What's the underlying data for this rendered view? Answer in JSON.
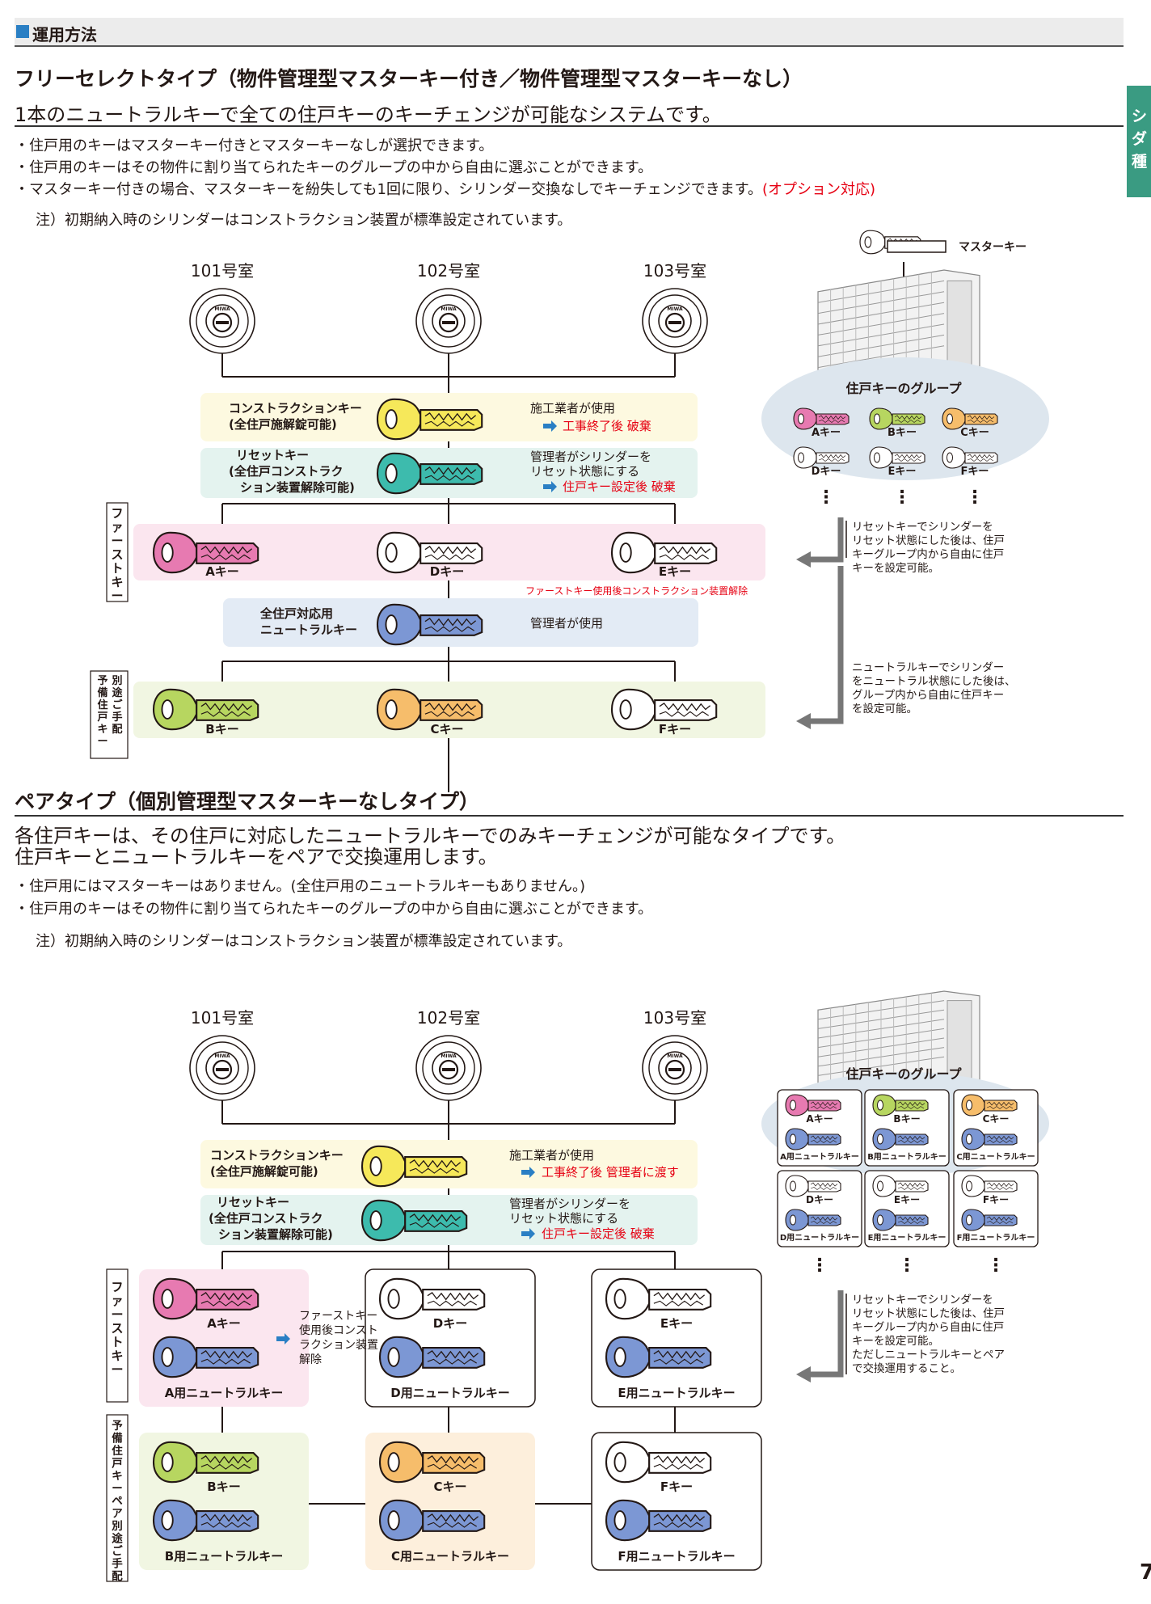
{
  "header": {
    "label": "運用方法"
  },
  "side_tab": {
    "chars": [
      "シ",
      "ダ",
      "種"
    ]
  },
  "page_number": "7",
  "section1": {
    "title": "フリーセレクトタイプ（物件管理型マスターキー付き／物件管理型マスターキーなし）",
    "lead": "1本のニュートラルキーで全ての住戸キーのキーチェンジが可能なシステムです。",
    "bullets": [
      "・住戸用のキーはマスターキー付きとマスターキーなしが選択できます。",
      "・住戸用のキーはその物件に割り当てられたキーのグループの中から自由に選ぶことができます。",
      "・マスターキー付きの場合、マスターキーを紛失しても1回に限り、シリンダー交換なしでキーチェンジできます。"
    ],
    "bullet_option": "(オプション対応)",
    "note": "注）初期納入時のシリンダーはコンストラクション装置が標準設定されています。",
    "rooms": [
      "101号室",
      "102号室",
      "103号室"
    ],
    "cylinder_brand": "MIWA",
    "construction_key": {
      "label1": "コンストラクションキー",
      "label2": "(全住戸施解錠可能)",
      "desc1": "施工業者が使用",
      "desc2": "工事終了後 破棄"
    },
    "reset_key": {
      "label1": "リセットキー",
      "label2": "(全住戸コンストラク",
      "label3": "ション装置解除可能)",
      "desc1": "管理者がシリンダーを",
      "desc2": "リセット状態にする",
      "desc3": "住戸キー設定後 破棄"
    },
    "first_key_side": "ファーストキー",
    "first_keys": [
      "Aキー",
      "Dキー",
      "Eキー"
    ],
    "first_key_note": "ファーストキー使用後コンストラクション装置解除",
    "neutral_key": {
      "label1": "全住戸対応用",
      "label2": "ニュートラルキー",
      "desc": "管理者が使用"
    },
    "spare_side": "予備住戸キー別途ご手配",
    "spare_keys": [
      "Bキー",
      "Cキー",
      "Fキー"
    ],
    "master_key_label": "マスターキー",
    "group_title": "住戸キーのグループ",
    "group_keys": [
      "Aキー",
      "Bキー",
      "Cキー",
      "Dキー",
      "Eキー",
      "Fキー"
    ],
    "reset_text": [
      "リセットキーでシリンダーを",
      "リセット状態にした後は、住戸",
      "キーグループ内から自由に住戸",
      "キーを設定可能。"
    ],
    "neutral_text": [
      "ニュートラルキーでシリンダー",
      "をニュートラル状態にした後は、",
      "グループ内から自由に住戸キー",
      "を設定可能。"
    ]
  },
  "section2": {
    "title": "ペアタイプ（個別管理型マスターキーなしタイプ）",
    "lead1": "各住戸キーは、その住戸に対応したニュートラルキーでのみキーチェンジが可能なタイプです。",
    "lead2": "住戸キーとニュートラルキーをペアで交換運用します。",
    "bullets": [
      "・住戸用にはマスターキーはありません。(全住戸用のニュートラルキーもありません。)",
      "・住戸用のキーはその物件に割り当てられたキーのグループの中から自由に選ぶことができます。"
    ],
    "note": "注）初期納入時のシリンダーはコンストラクション装置が標準設定されています。",
    "rooms": [
      "101号室",
      "102号室",
      "103号室"
    ],
    "construction_key": {
      "label1": "コンストラクションキー",
      "label2": "(全住戸施解錠可能)",
      "desc1": "施工業者が使用",
      "desc2": "工事終了後 管理者に渡す"
    },
    "reset_key": {
      "label1": "リセットキー",
      "label2": "(全住戸コンストラク",
      "label3": "ション装置解除可能)",
      "desc1": "管理者がシリンダーを",
      "desc2": "リセット状態にする",
      "desc3": "住戸キー設定後 破棄"
    },
    "first_key_side": "ファーストキー",
    "first_note": [
      "ファーストキー",
      "使用後コンスト",
      "ラクション装置",
      "解除"
    ],
    "first_pairs": [
      {
        "key": "Aキー",
        "neutral": "A用ニュートラルキー"
      },
      {
        "key": "Dキー",
        "neutral": "D用ニュートラルキー"
      },
      {
        "key": "Eキー",
        "neutral": "E用ニュートラルキー"
      }
    ],
    "spare_side": "予備住戸キーペア別途ご手配",
    "spare_pairs": [
      {
        "key": "Bキー",
        "neutral": "B用ニュートラルキー"
      },
      {
        "key": "Cキー",
        "neutral": "C用ニュートラルキー"
      },
      {
        "key": "Fキー",
        "neutral": "F用ニュートラルキー"
      }
    ],
    "group_title": "住戸キーのグループ",
    "group_cells": [
      {
        "key": "Aキー",
        "neutral": "A用ニュートラルキー"
      },
      {
        "key": "Bキー",
        "neutral": "B用ニュートラルキー"
      },
      {
        "key": "Cキー",
        "neutral": "C用ニュートラルキー"
      },
      {
        "key": "Dキー",
        "neutral": "D用ニュートラルキー"
      },
      {
        "key": "Eキー",
        "neutral": "E用ニュートラルキー"
      },
      {
        "key": "Fキー",
        "neutral": "F用ニュートラルキー"
      }
    ],
    "reset_text": [
      "リセットキーでシリンダーを",
      "リセット状態にした後は、住戸",
      "キーグループ内から自由に住戸",
      "キーを設定可能。",
      "ただしニュートラルキーとペア",
      "で交換運用すること。"
    ]
  },
  "colors": {
    "yellow_key": "#f6e85a",
    "teal_key": "#3dbbad",
    "pink_key": "#e77ab1",
    "blue_key": "#7c97d4",
    "green_key": "#b7d660",
    "orange_key": "#f6bd6b",
    "white_key": "#ffffff",
    "yellow_bg": "#fdf9e0",
    "teal_bg": "#e4f3ef",
    "pink_bg": "#fbe6ef",
    "blue_bg": "#e3ebf5",
    "green_bg": "#f1f6e2",
    "orange_bg": "#fdefdc",
    "group_bg": "#dde6ee",
    "arrow_blue": "#2a7fc4",
    "red": "#e60012"
  }
}
